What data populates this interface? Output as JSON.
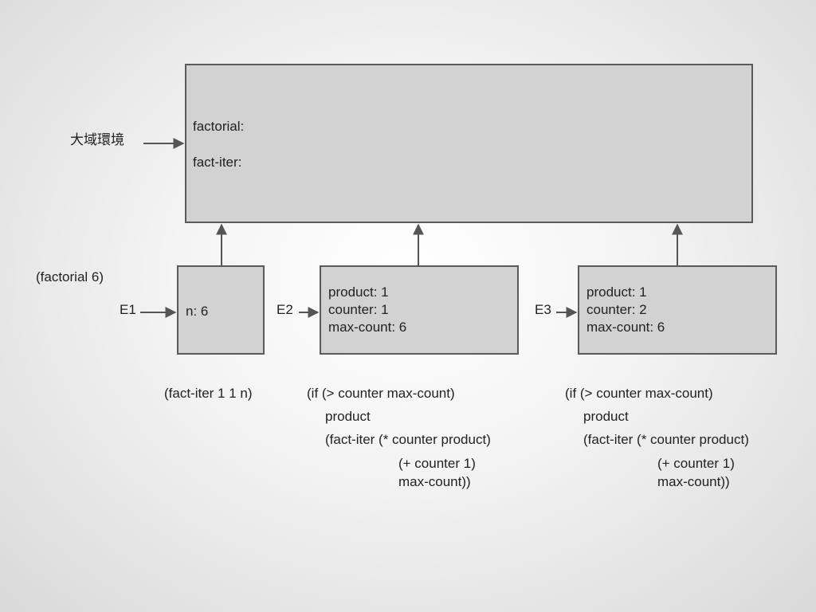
{
  "global_env": {
    "label": "大域環境",
    "bindings": [
      "factorial:",
      "fact-iter:"
    ]
  },
  "call": "(factorial 6)",
  "frames": [
    {
      "name": "E1",
      "bindings": [
        "n: 6"
      ],
      "body": "(fact-iter 1 1 n)"
    },
    {
      "name": "E2",
      "bindings": [
        "product: 1",
        "counter: 1",
        "max-count: 6"
      ],
      "body": [
        "(if (> counter max-count)",
        "product",
        "(fact-iter (* counter product)",
        "(+ counter 1)",
        "max-count))"
      ]
    },
    {
      "name": "E3",
      "bindings": [
        "product: 1",
        "counter: 2",
        "max-count: 6"
      ],
      "body": [
        "(if (> counter max-count)",
        "product",
        "(fact-iter (* counter product)",
        "(+ counter 1)",
        "max-count))"
      ]
    }
  ],
  "colors": {
    "box_fill": "#d2d2d2",
    "box_border": "#5a5a5a",
    "arrow": "#555555"
  }
}
